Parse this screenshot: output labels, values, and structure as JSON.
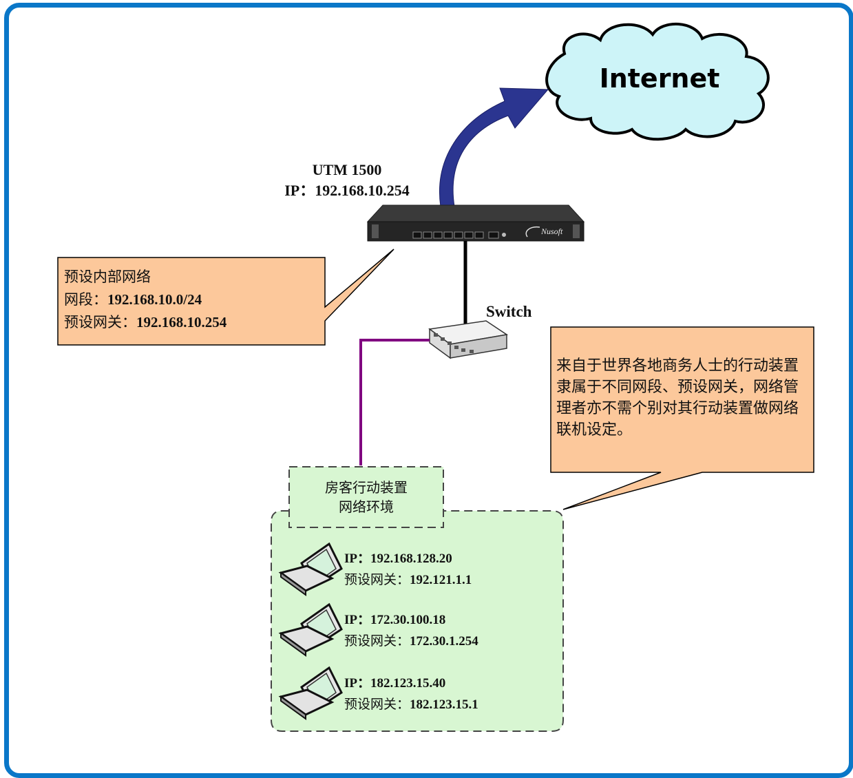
{
  "internet_label": "Internet",
  "utm": {
    "name": "UTM 1500",
    "ip": "IP：192.168.10.254"
  },
  "default_network": {
    "title": "预设内部网络",
    "segment_label": "网段：",
    "segment_value": "192.168.10.0/24",
    "gateway_label": "预设网关：",
    "gateway_value": "192.168.10.254"
  },
  "switch_label": "Switch",
  "note": "来自于世界各地商务人士的行动装置隶属于不同网段、预设网关，网络管理者亦不需个别对其行动装置做网络联机设定。",
  "guest_area": {
    "title_line1": "房客行动装置",
    "title_line2": "网络环境"
  },
  "laptops": [
    {
      "ip_label": "IP：",
      "ip": "192.168.128.20",
      "gw_label": "预设网关：",
      "gw": "192.121.1.1"
    },
    {
      "ip_label": "IP：",
      "ip": "172.30.100.18",
      "gw_label": "预设网关：",
      "gw": "172.30.1.254"
    },
    {
      "ip_label": "IP：",
      "ip": "182.123.15.40",
      "gw_label": "预设网关：",
      "gw": "182.123.15.1"
    }
  ],
  "device_brand": "Nusoft",
  "colors": {
    "frame": "#0a77c8",
    "callout": "#fcc89b",
    "cloud": "#cdf4f8",
    "arrow": "#2b3590",
    "guest_area": "#d8f6d2",
    "purple_line": "#800080"
  }
}
